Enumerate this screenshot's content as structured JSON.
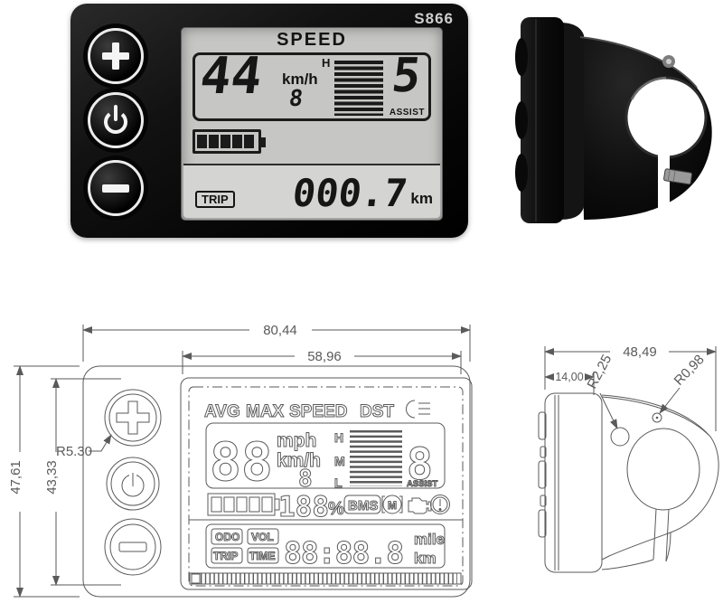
{
  "photo": {
    "model_label": "S866",
    "speed_title": "SPEED",
    "speed_value": "44",
    "speed_unit": "km/h",
    "gear_value": "8",
    "assist_scale_label": "H",
    "assist_value": "5",
    "assist_label": "ASSIST",
    "battery_segments": 5,
    "trip_label": "TRIP",
    "trip_value": "000.7",
    "trip_unit": "km"
  },
  "front_drawing": {
    "dim_width_outer": "80,44",
    "dim_width_screen": "58,96",
    "dim_height_outer": "47,61",
    "dim_height_inner": "43,33",
    "button_radius": "R5.30",
    "lcd": {
      "label_avg": "AVG",
      "label_max": "MAX",
      "label_speed": "SPEED",
      "label_dst": "DST",
      "speed_digits": "88",
      "unit_mph": "mph",
      "unit_kmh": "km/h",
      "gear_digit": "8",
      "level_high": "H",
      "level_mid": "M",
      "level_low": "L",
      "assist_digit": "8",
      "assist_label": "ASSIST",
      "battery_digits": "188",
      "percent_sign": "%",
      "bms_label": "BMS",
      "motor_letter": "M",
      "odo_label": "ODO",
      "vol_label": "VOL",
      "trip_label": "TRIP",
      "time_label": "TIME",
      "odometer_digits": "88:88.8",
      "unit_mile": "mile",
      "unit_km": "km"
    }
  },
  "side_drawing": {
    "dim_depth_total": "48,49",
    "dim_depth_body": "14,00",
    "radius_large": "R2,25",
    "radius_small": "R0,98"
  },
  "colors": {
    "device_black": "#0a0a0a",
    "lcd_gray": "#c6c6c4",
    "segment_dark": "#161616",
    "drawing_line": "#5a5a5a",
    "background": "#ffffff"
  }
}
